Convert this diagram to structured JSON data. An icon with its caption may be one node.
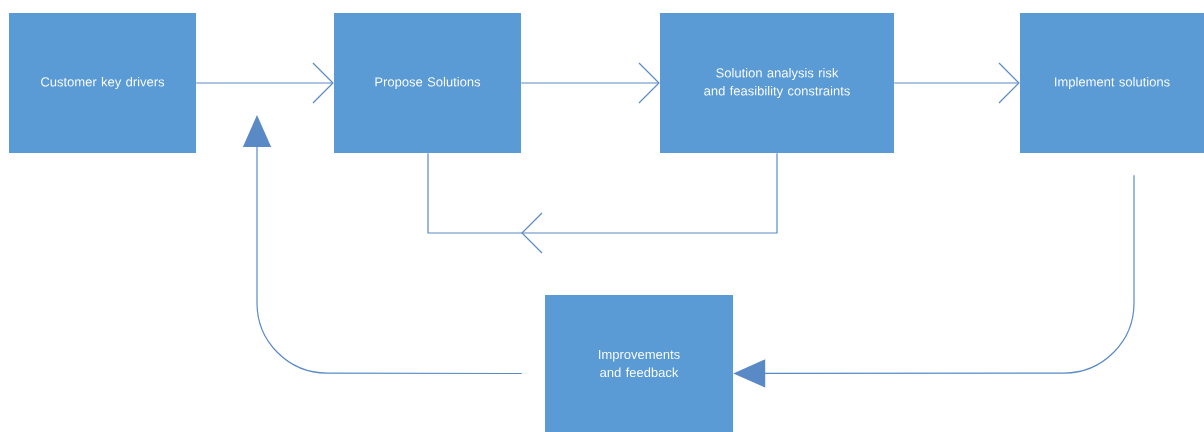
{
  "diagram": {
    "nodes": [
      {
        "text": [
          "Customer key drivers"
        ]
      },
      {
        "text": [
          "Propose Solutions"
        ]
      },
      {
        "text": [
          "Solution analysis risk and feasibility constraints"
        ]
      },
      {
        "text": [
          "Implement solutions"
        ]
      },
      {
        "text": [
          "Improvements and feedback"
        ]
      }
    ],
    "edges": [
      {
        "from": 0,
        "to": 1,
        "arrow": "to"
      },
      {
        "from": 1,
        "to": 2,
        "arrow": "to"
      },
      {
        "from": 2,
        "to": 3,
        "arrow": "to"
      },
      {
        "from": 2,
        "to": 1,
        "arrow": "to"
      },
      {
        "from": 3,
        "to": 4,
        "arrow": "to"
      },
      {
        "from": 4,
        "to": null,
        "arrow": "to"
      }
    ]
  }
}
